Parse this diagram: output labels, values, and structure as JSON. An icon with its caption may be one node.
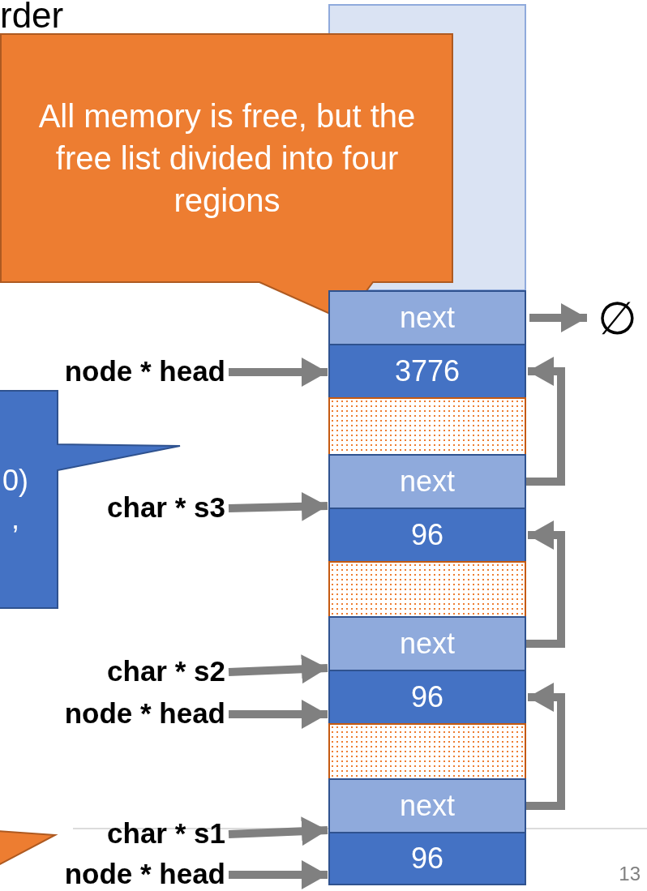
{
  "diagram": {
    "title": "rder",
    "nodes": [
      {
        "text": [
          "All memory is free, but the free list divided into four regions"
        ]
      },
      {
        "text": [],
        "shape": "box"
      },
      {
        "text": [
          "next"
        ]
      },
      {
        "text": [
          "3776"
        ]
      },
      {
        "text": [],
        "shape": "box"
      },
      {
        "text": [
          "next"
        ]
      },
      {
        "text": [
          "96"
        ]
      },
      {
        "text": [],
        "shape": "box"
      },
      {
        "text": [
          "next"
        ]
      },
      {
        "text": [
          "96"
        ]
      },
      {
        "text": [],
        "shape": "box"
      },
      {
        "text": [
          "next"
        ]
      },
      {
        "text": [
          "96"
        ]
      },
      {
        "text": [
          "∅"
        ]
      },
      {
        "text": [
          "node * head"
        ]
      },
      {
        "text": [
          "0) ,"
        ]
      },
      {
        "text": [
          "char * s3"
        ]
      },
      {
        "text": [
          "char * s2"
        ]
      },
      {
        "text": [
          "node * head"
        ]
      },
      {
        "text": [
          "char * s1"
        ]
      },
      {
        "text": [
          "node * head"
        ]
      },
      {
        "text": [],
        "shape": "callout"
      }
    ],
    "edges": [
      {
        "from": 2,
        "to": 13,
        "arrow": "to"
      },
      {
        "from": 14,
        "to": 3,
        "arrow": "to"
      },
      {
        "from": 16,
        "to": 5,
        "arrow": "to"
      },
      {
        "from": 5,
        "to": 3,
        "arrow": "to"
      },
      {
        "from": 17,
        "to": 8,
        "arrow": "to"
      },
      {
        "from": 18,
        "to": 9,
        "arrow": "to"
      },
      {
        "from": 8,
        "to": 6,
        "arrow": "to"
      },
      {
        "from": 19,
        "to": 11,
        "arrow": "to"
      },
      {
        "from": 20,
        "to": 12,
        "arrow": "to"
      },
      {
        "from": 11,
        "to": 9,
        "arrow": "to"
      }
    ],
    "labels": [
      "13"
    ]
  }
}
